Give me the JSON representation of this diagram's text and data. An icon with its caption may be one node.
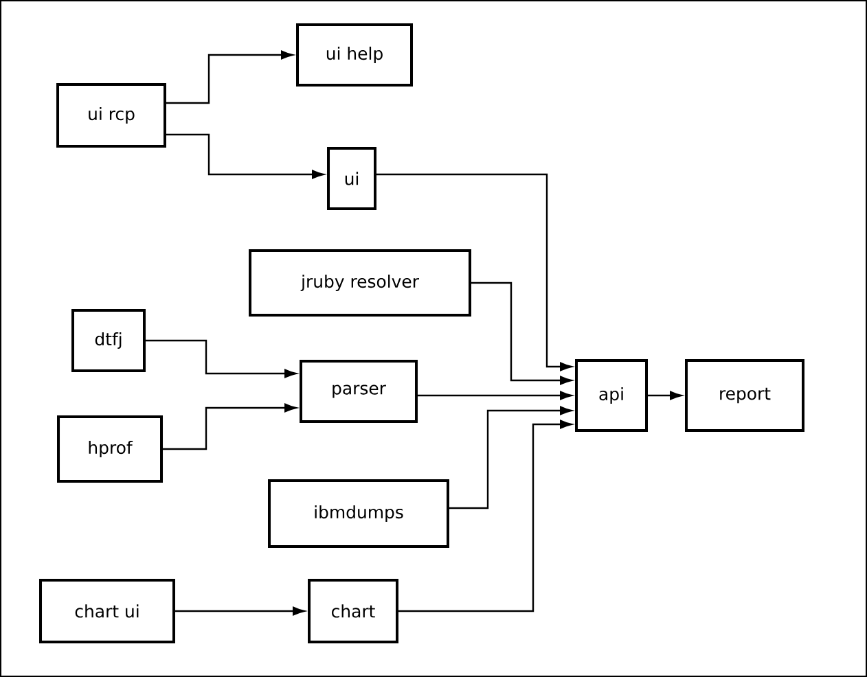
{
  "diagram": {
    "nodes": [
      {
        "text": [
          "ui rcp"
        ]
      },
      {
        "text": [
          "ui help"
        ]
      },
      {
        "text": [
          "ui"
        ]
      },
      {
        "text": [
          "jruby resolver"
        ]
      },
      {
        "text": [
          "dtfj"
        ]
      },
      {
        "text": [
          "parser"
        ]
      },
      {
        "text": [
          "hprof"
        ]
      },
      {
        "text": [
          "api"
        ]
      },
      {
        "text": [
          "report"
        ]
      },
      {
        "text": [
          "ibmdumps"
        ]
      },
      {
        "text": [
          "chart ui"
        ]
      },
      {
        "text": [
          "chart"
        ]
      }
    ],
    "edges": [
      {
        "from": 0,
        "to": 1,
        "arrow": "to"
      },
      {
        "from": 0,
        "to": 2,
        "arrow": "to"
      },
      {
        "from": 2,
        "to": 7,
        "arrow": "to"
      },
      {
        "from": 3,
        "to": 7,
        "arrow": "to"
      },
      {
        "from": 4,
        "to": 5,
        "arrow": "to"
      },
      {
        "from": 6,
        "to": 5,
        "arrow": "to"
      },
      {
        "from": 5,
        "to": 7,
        "arrow": "to"
      },
      {
        "from": 9,
        "to": 7,
        "arrow": "to"
      },
      {
        "from": 7,
        "to": 8,
        "arrow": "to"
      },
      {
        "from": 10,
        "to": 11,
        "arrow": "to"
      },
      {
        "from": 11,
        "to": 7,
        "arrow": "to"
      }
    ]
  }
}
